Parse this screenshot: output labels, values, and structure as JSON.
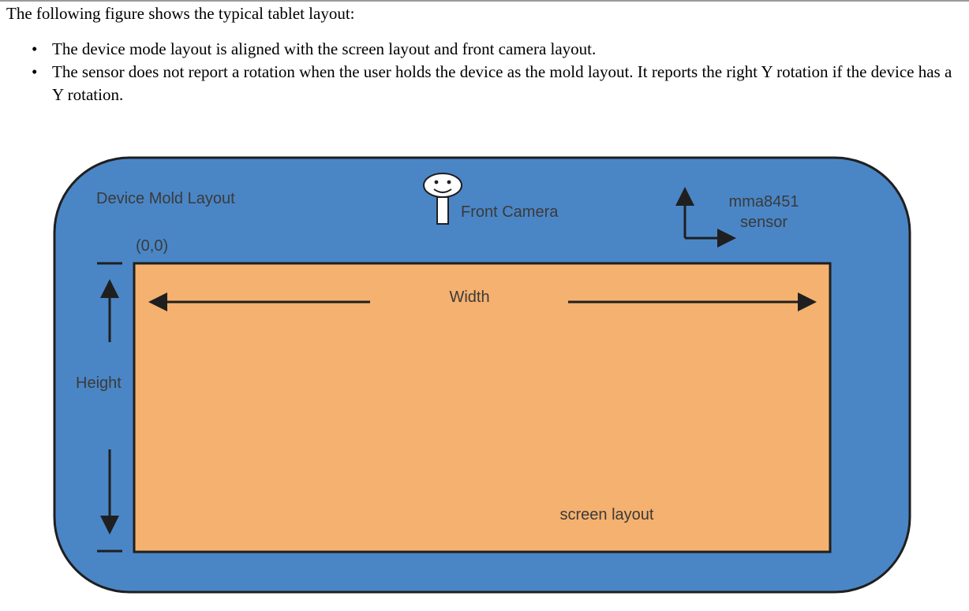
{
  "intro": "The following figure shows the typical tablet layout:",
  "bullets": [
    "The device mode layout is aligned with the screen layout and front camera layout.",
    "The sensor does not report a rotation when the user holds the device as the mold layout. It reports the right Y rotation if the device has a Y rotation."
  ],
  "bullet_glyph": "•",
  "figure": {
    "mold_label": "Device Mold Layout",
    "camera_label": "Front Camera",
    "sensor_label_line1": "mma8451",
    "sensor_label_line2": "sensor",
    "origin_label": "(0,0)",
    "width_label": "Width",
    "height_label": "Height",
    "screen_label": "screen layout",
    "colors": {
      "mold_fill": "#4a86c6",
      "screen_fill": "#f5b16f",
      "outline": "#1f1f1f",
      "text": "#3a3a3a"
    }
  }
}
